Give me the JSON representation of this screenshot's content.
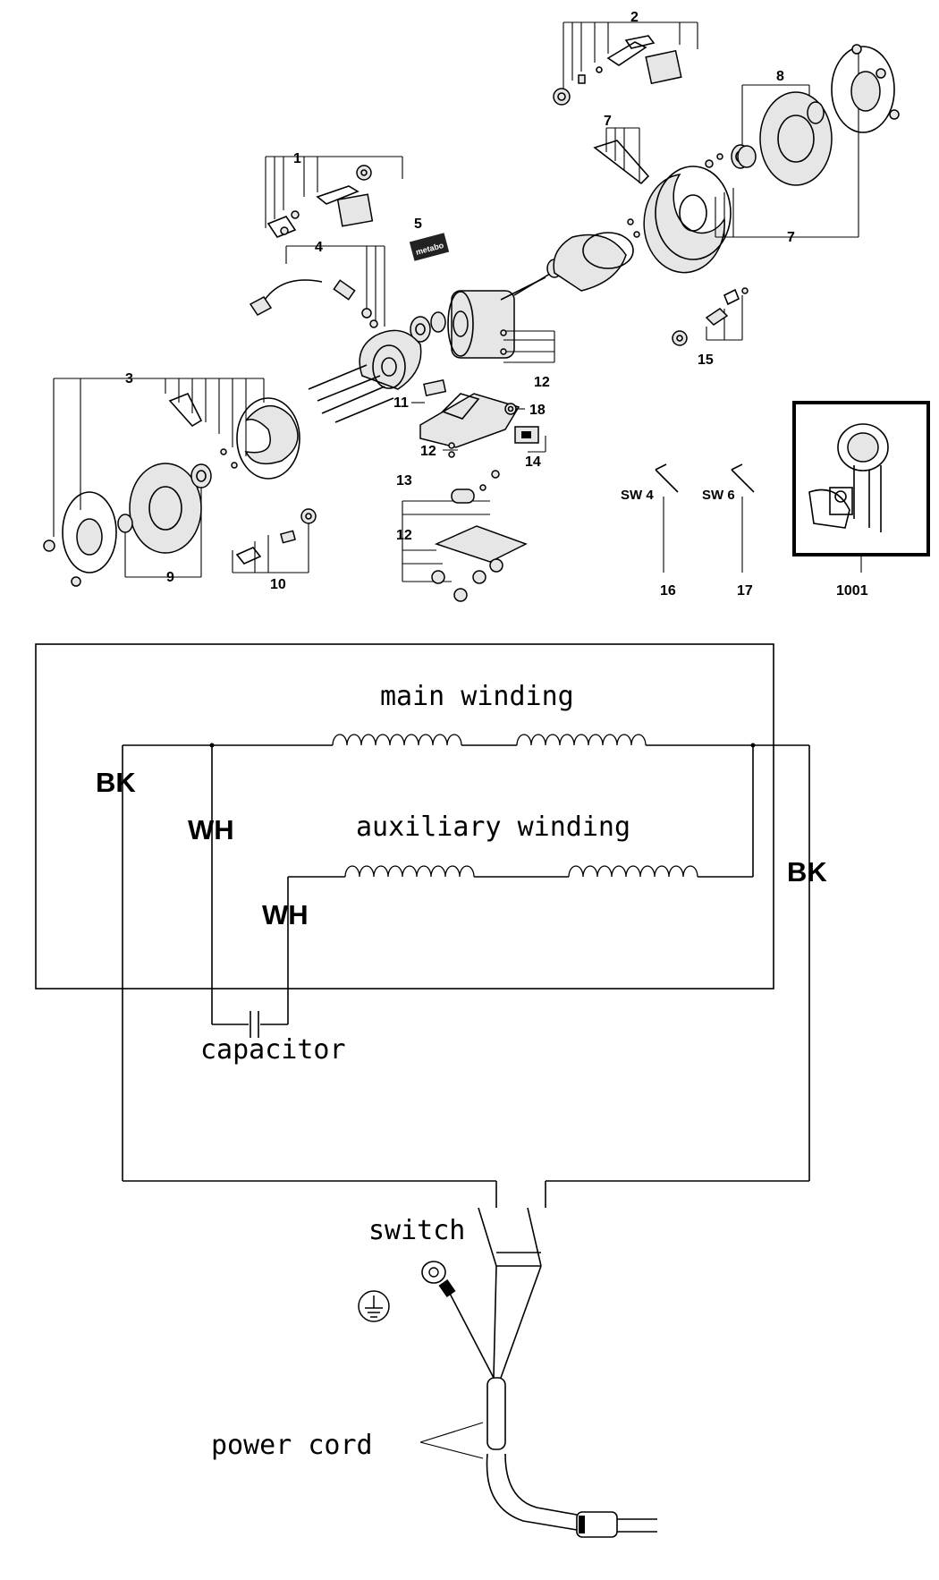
{
  "exploded_view": {
    "part_labels": [
      "1",
      "2",
      "3",
      "4",
      "5",
      "7",
      "7",
      "8",
      "9",
      "10",
      "11",
      "12",
      "12",
      "12",
      "13",
      "14",
      "15",
      "16",
      "17",
      "18",
      "1001"
    ],
    "brand_plate": "metabo",
    "wrench_labels": [
      "SW 4",
      "SW 6"
    ]
  },
  "wiring": {
    "main_winding": "main winding",
    "auxiliary_winding": "auxiliary winding",
    "capacitor": "capacitor",
    "switch": "switch",
    "power_cord": "power cord",
    "codes": [
      "BK",
      "WH",
      "WH",
      "BK"
    ]
  }
}
